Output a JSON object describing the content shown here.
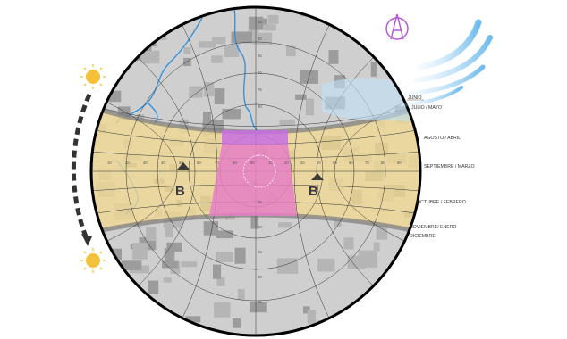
{
  "diagram": {
    "colors": {
      "background": "#ffffff",
      "city_base": "#cfcfcf",
      "building": "#9c9c9c",
      "river": "#2f8fd8",
      "sun_band": "#f1d892",
      "band_edge": "#7a7a7a",
      "site": "#e57fc4",
      "site_top": "#c86ee0",
      "sun": "#f4c23a",
      "wind": "#7ec2ee",
      "north": "#b45ad6",
      "ring": "#000000"
    },
    "north_icon": "north-arrow-icon",
    "sun_icons": [
      "sun-icon",
      "sun-icon"
    ],
    "wind_icon": "wind-gust-icon",
    "section_letters": {
      "left": "B",
      "right": "B"
    },
    "months": [
      "JUNIO",
      "JULIO / MAYO",
      "AGOSTO / ABRIL",
      "SEPTIEMBRE / MARZO",
      "OCTUBRE / FEBRERO",
      "NOVIEMBRE/ ENERO",
      "DICIEMBRE"
    ],
    "azimuth_ticks_upper": [
      "15",
      "30",
      "45",
      "60",
      "75",
      "90"
    ],
    "azimuth_ticks_lower": [
      "75",
      "60",
      "45",
      "30",
      "15"
    ],
    "horizontal_ticks": [
      "10",
      "20",
      "30",
      "40",
      "50",
      "60",
      "70",
      "80",
      "90"
    ]
  }
}
